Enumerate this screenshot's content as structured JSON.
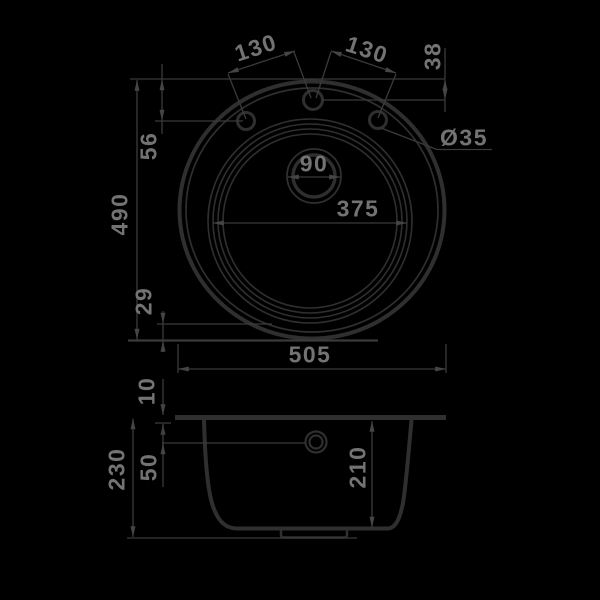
{
  "drawing": {
    "subject": "Round kitchen sink technical dimension drawing",
    "views": [
      "top view",
      "cross-section"
    ],
    "units": "mm",
    "colors": {
      "background": "#000000",
      "outline": "#2f2f2f",
      "dimension_lines": "#3a3a3a",
      "arrows": "#454545",
      "dimension_text": "#737373"
    }
  },
  "views": {
    "top": {
      "name": "top-view",
      "labels": {
        "hole_spacing_left": "130",
        "hole_spacing_right": "130",
        "edge_to_center_hole": "38",
        "edge_to_side_hole": "56",
        "overall_depth": "490",
        "hole_diameter": "Ø35",
        "drain_diameter": "90",
        "bowl_diameter": "375",
        "bowl_to_edge": "29",
        "overall_width": "505"
      }
    },
    "side": {
      "name": "cross-section",
      "labels": {
        "rim_thickness": "10",
        "overall_height": "230",
        "top_to_overflow": "50",
        "bowl_depth": "210"
      }
    }
  }
}
